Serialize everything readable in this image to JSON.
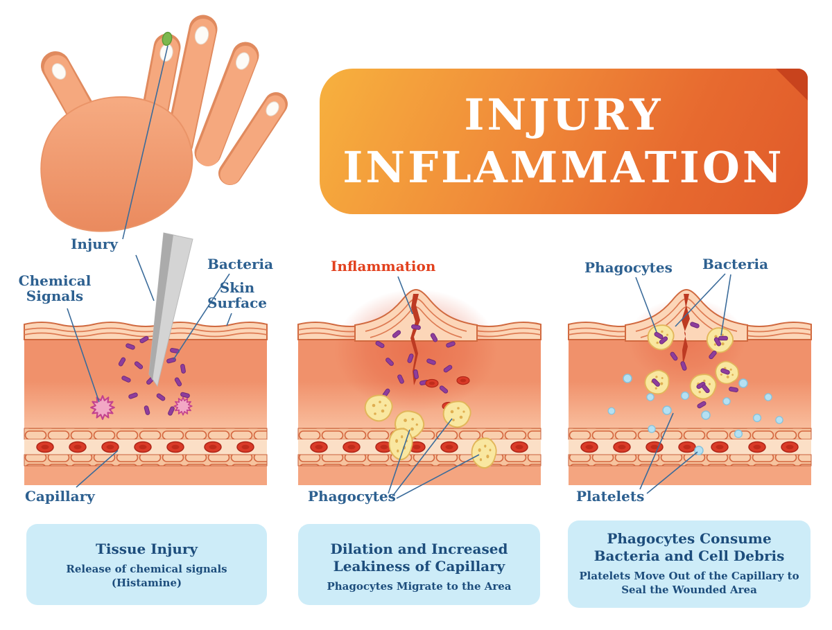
{
  "banner": {
    "title_line1": "INJURY",
    "title_line2": "INFLAMMATION"
  },
  "panel1": {
    "injury": "Injury",
    "chemical_signals": "Chemical Signals",
    "bacteria": "Bacteria",
    "skin_surface": "Skin Surface",
    "capillary": "Capillary",
    "caption_title": "Tissue Injury",
    "caption_body": "Release of chemical signals (Histamine)"
  },
  "panel2": {
    "inflammation": "Inflammation",
    "phagocytes": "Phagocytes",
    "caption_title": "Dilation and Increased Leakiness of Capillary",
    "caption_body": "Phagocytes Migrate to the Area"
  },
  "panel3": {
    "phagocytes": "Phagocytes",
    "bacteria": "Bacteria",
    "platelets": "Platelets",
    "caption_title": "Phagocytes Consume Bacteria and Cell Debris",
    "caption_body": "Platelets Move Out of the Capillary to Seal the Wounded Area"
  },
  "icons": {
    "hand": "injured-hand-illustration",
    "splinter": "splinter-icon",
    "bacteria": "bacteria-rod-icon",
    "phagocyte": "phagocyte-cell-icon",
    "platelet": "platelet-icon",
    "red_blood_cell": "red-blood-cell-icon",
    "chemical_signal": "histamine-burst-icon"
  },
  "colors": {
    "banner_gradient_start": "#f7b13e",
    "banner_gradient_end": "#e05a2a",
    "banner_fold": "#c8431d",
    "label_blue": "#2d6090",
    "inflammation_red": "#e2411e",
    "caption_bg": "#cdecf8",
    "caption_text": "#1d4d7c",
    "skin_light": "#fcd6b8",
    "skin_dark": "#f0916b",
    "phagocyte_yellow": "#f9e7a0",
    "bacteria_purple": "#8e3d9c",
    "platelet_blue": "#b5e0f2",
    "rbc_red": "#da3b28",
    "splinter_gray": "#d4d4d4"
  }
}
